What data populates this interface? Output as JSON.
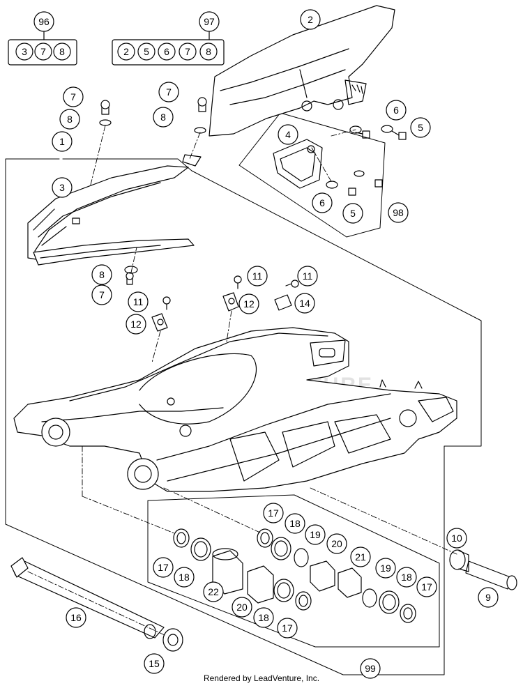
{
  "footer": {
    "credit": "Rendered by LeadVenture, Inc."
  },
  "watermark": {
    "text": "LEADVENTURE"
  },
  "callouts": {
    "c1": "1",
    "c2": "2",
    "c3": "3",
    "c4": "4",
    "c5a": "5",
    "c5b": "5",
    "c6a": "6",
    "c6b": "6",
    "c7a": "7",
    "c7b": "7",
    "c7c": "7",
    "c8a": "8",
    "c8b": "8",
    "c8c": "8",
    "c9": "9",
    "c10": "10",
    "c11a": "11",
    "c11b": "11",
    "c11c": "11",
    "c12a": "12",
    "c12b": "12",
    "c14": "14",
    "c15": "15",
    "c16": "16",
    "c17a": "17",
    "c17b": "17",
    "c17c": "17",
    "c17d": "17",
    "c18a": "18",
    "c18b": "18",
    "c18c": "18",
    "c18d": "18",
    "c19a": "19",
    "c19b": "19",
    "c20a": "20",
    "c20b": "20",
    "c21": "21",
    "c22": "22",
    "c96": "96",
    "c97": "97",
    "c98": "98",
    "c99": "99"
  },
  "kits": {
    "k96": {
      "label": "96",
      "items": [
        "3",
        "7",
        "8"
      ]
    },
    "k97": {
      "label": "97",
      "items": [
        "2",
        "5",
        "6",
        "7",
        "8"
      ]
    }
  }
}
